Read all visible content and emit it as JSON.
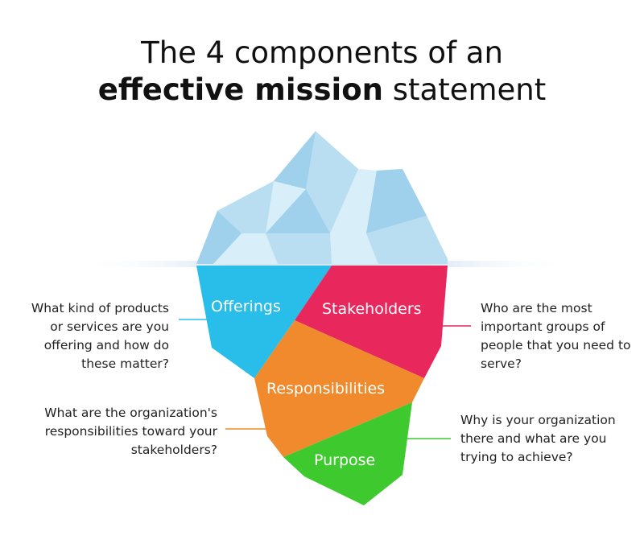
{
  "title": {
    "line1": "The 4 components of an",
    "line2_bold": "effective mission",
    "line2_rest": " statement"
  },
  "segments": {
    "offerings": {
      "label": "Offerings",
      "color": "#29bde9"
    },
    "stakeholders": {
      "label": "Stakeholders",
      "color": "#e8275c"
    },
    "responsibilities": {
      "label": "Responsibilities",
      "color": "#f08a2c"
    },
    "purpose": {
      "label": "Purpose",
      "color": "#3ec92e"
    }
  },
  "callouts": {
    "offerings": {
      "text": "What kind of products or services are you offering and how do these matter?"
    },
    "stakeholders": {
      "text": "Who are the most important groups of people that you need to serve?"
    },
    "responsibilities": {
      "text": "What are the organization's responsibilities toward your stakeholders?"
    },
    "purpose": {
      "text": "Why is your organization there and what are you trying to achieve?"
    }
  },
  "iceberg": {
    "tip_light": "#d8eef8",
    "tip_mid": "#b9def2",
    "tip_dark": "#9fd0ec",
    "waterline": "#d7e6f1"
  }
}
